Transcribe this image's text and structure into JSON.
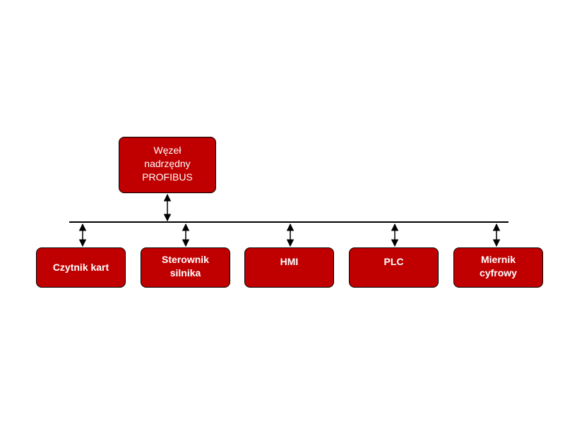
{
  "master": {
    "label": "Węzeł\nnadrzędny\nPROFIBUS"
  },
  "slaves": [
    {
      "label": "Czytnik kart"
    },
    {
      "label": "Sterownik\nsilnika"
    },
    {
      "label": "HMI"
    },
    {
      "label": "PLC"
    },
    {
      "label": "Miernik\ncyfrowy"
    }
  ],
  "colors": {
    "node_fill": "#c00000",
    "node_border": "#000000",
    "text": "#ffffff",
    "line": "#000000"
  }
}
